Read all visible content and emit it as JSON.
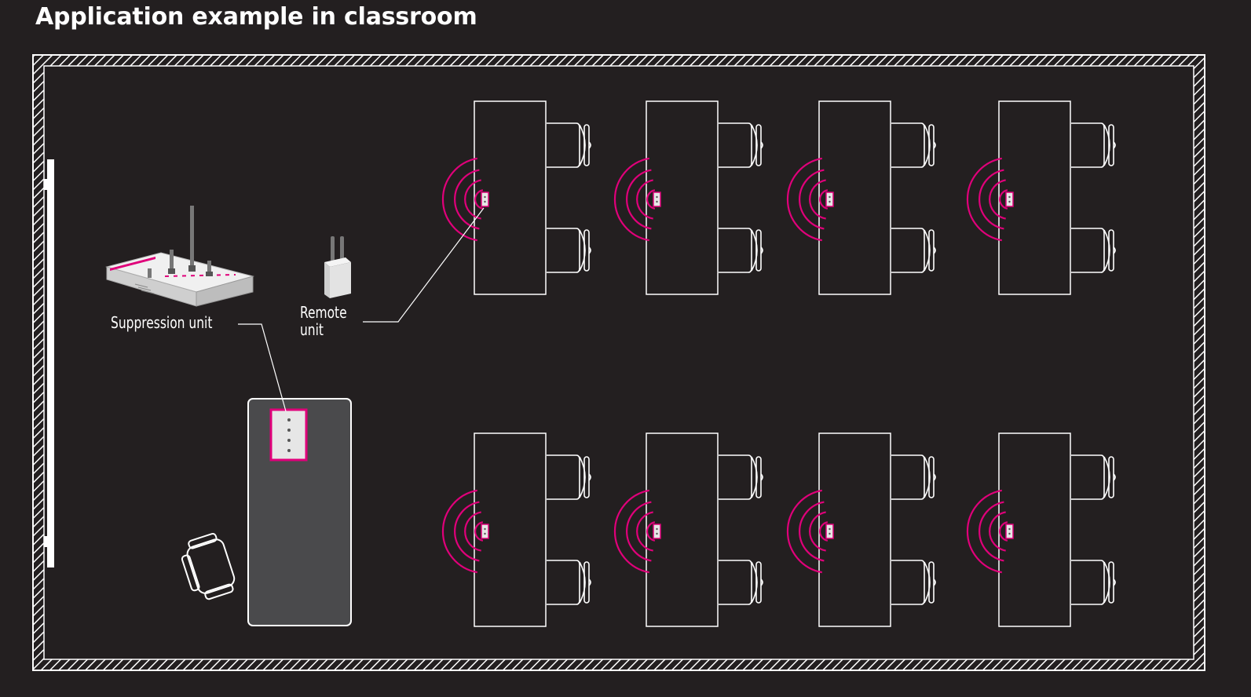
{
  "title": "Application example in classroom",
  "labels": {
    "suppression_unit": "Suppression unit",
    "remote_unit_line1": "Remote",
    "remote_unit_line2": "unit"
  },
  "colors": {
    "background": "#231f20",
    "accent": "#e0007a",
    "line": "#ffffff",
    "teacher_desk": "#4a4a4c",
    "device_body": "#e6e6e6"
  },
  "icons": [
    "router-icon",
    "remote-unit-icon",
    "chair-icon",
    "signal-wave-icon"
  ],
  "layout_counts": {
    "student_desks": 8,
    "chairs_per_desk": 2
  }
}
